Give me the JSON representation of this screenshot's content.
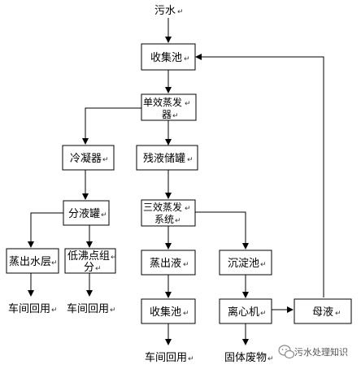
{
  "diagram": {
    "nodes": {
      "source": {
        "text": "污水",
        "mark": "↵"
      },
      "collect1": {
        "text": "收集池",
        "mark": "↵"
      },
      "single_evap_1": {
        "text": "单效蒸发",
        "mark": "↵"
      },
      "single_evap_2": {
        "text": "器",
        "mark": "↵"
      },
      "condenser": {
        "text": "冷凝器",
        "mark": "↵"
      },
      "residue_tank": {
        "text": "残液储罐",
        "mark": "↵"
      },
      "separator": {
        "text": "分液罐",
        "mark": "↵"
      },
      "triple_evap_1": {
        "text": "三效蒸发",
        "mark": "↵"
      },
      "triple_evap_2": {
        "text": "系统",
        "mark": "↵"
      },
      "distilled_layer": {
        "text": "蒸出水层",
        "mark": "↵"
      },
      "low_boiling_1": {
        "text": "低沸点组",
        "mark": "↵"
      },
      "low_boiling_2": {
        "text": "分",
        "mark": "↵"
      },
      "distillate": {
        "text": "蒸出液",
        "mark": "↵"
      },
      "settling": {
        "text": "沉淀池",
        "mark": "↵"
      },
      "reuse1": {
        "text": "车间回用",
        "mark": "↵"
      },
      "reuse2": {
        "text": "车间回用",
        "mark": "↵"
      },
      "collect2": {
        "text": "收集池",
        "mark": "↵"
      },
      "centrifuge": {
        "text": "离心机",
        "mark": "↵"
      },
      "mother_liquor": {
        "text": "母液",
        "mark": "↵"
      },
      "reuse3": {
        "text": "车间回用",
        "mark": "↵"
      },
      "solid_waste": {
        "text": "固体废物",
        "mark": "↵"
      }
    }
  },
  "watermark": {
    "icon": "wechat-icon",
    "text": "污水处理知识"
  }
}
